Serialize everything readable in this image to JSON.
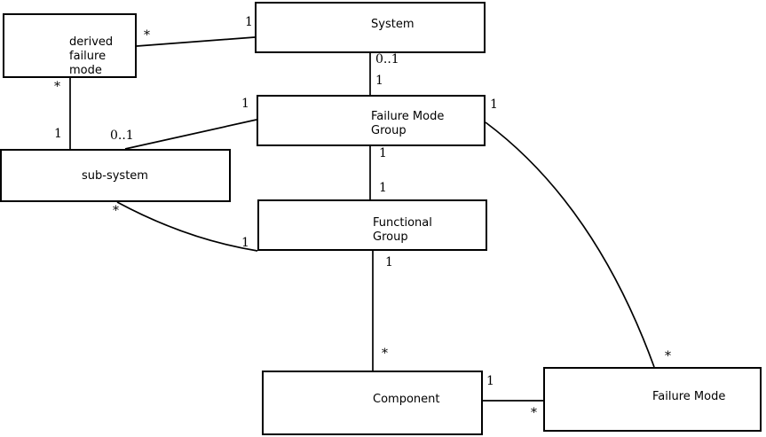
{
  "diagram": {
    "type": "uml-association-diagram",
    "background": "#ffffff",
    "colors": {
      "line": "#000000",
      "box_fill": "#ffffff",
      "text": "#000000"
    },
    "nodes": {
      "derived_failure_mode": {
        "label": "derived\nfailure\nmode"
      },
      "system": {
        "label": "System"
      },
      "failure_mode_group": {
        "label": "Failure Mode\nGroup"
      },
      "sub_system": {
        "label": "sub-system"
      },
      "functional_group": {
        "label": "Functional\nGroup"
      },
      "component": {
        "label": "Component"
      },
      "failure_mode": {
        "label": "Failure Mode"
      }
    },
    "relations": [
      {
        "from": "derived_failure_mode",
        "to": "system",
        "mult_from": "*",
        "mult_to": "1"
      },
      {
        "from": "derived_failure_mode",
        "to": "sub_system",
        "mult_from": "*",
        "mult_to": "1"
      },
      {
        "from": "system",
        "to": "failure_mode_group",
        "mult_from": "0..1",
        "mult_to": "1"
      },
      {
        "from": "failure_mode_group",
        "to": "sub_system",
        "mult_from": "1",
        "mult_to": "0..1"
      },
      {
        "from": "failure_mode_group",
        "to": "functional_group",
        "mult_from": "1",
        "mult_to": "1"
      },
      {
        "from": "functional_group",
        "to": "component",
        "mult_from": "1",
        "mult_to": "*"
      },
      {
        "from": "sub_system",
        "to": "functional_group",
        "mult_from": "*",
        "mult_to": "1"
      },
      {
        "from": "failure_mode_group",
        "to": "failure_mode",
        "mult_from": "1",
        "mult_to": "*"
      },
      {
        "from": "component",
        "to": "failure_mode",
        "mult_from": "1",
        "mult_to": "*"
      }
    ]
  }
}
